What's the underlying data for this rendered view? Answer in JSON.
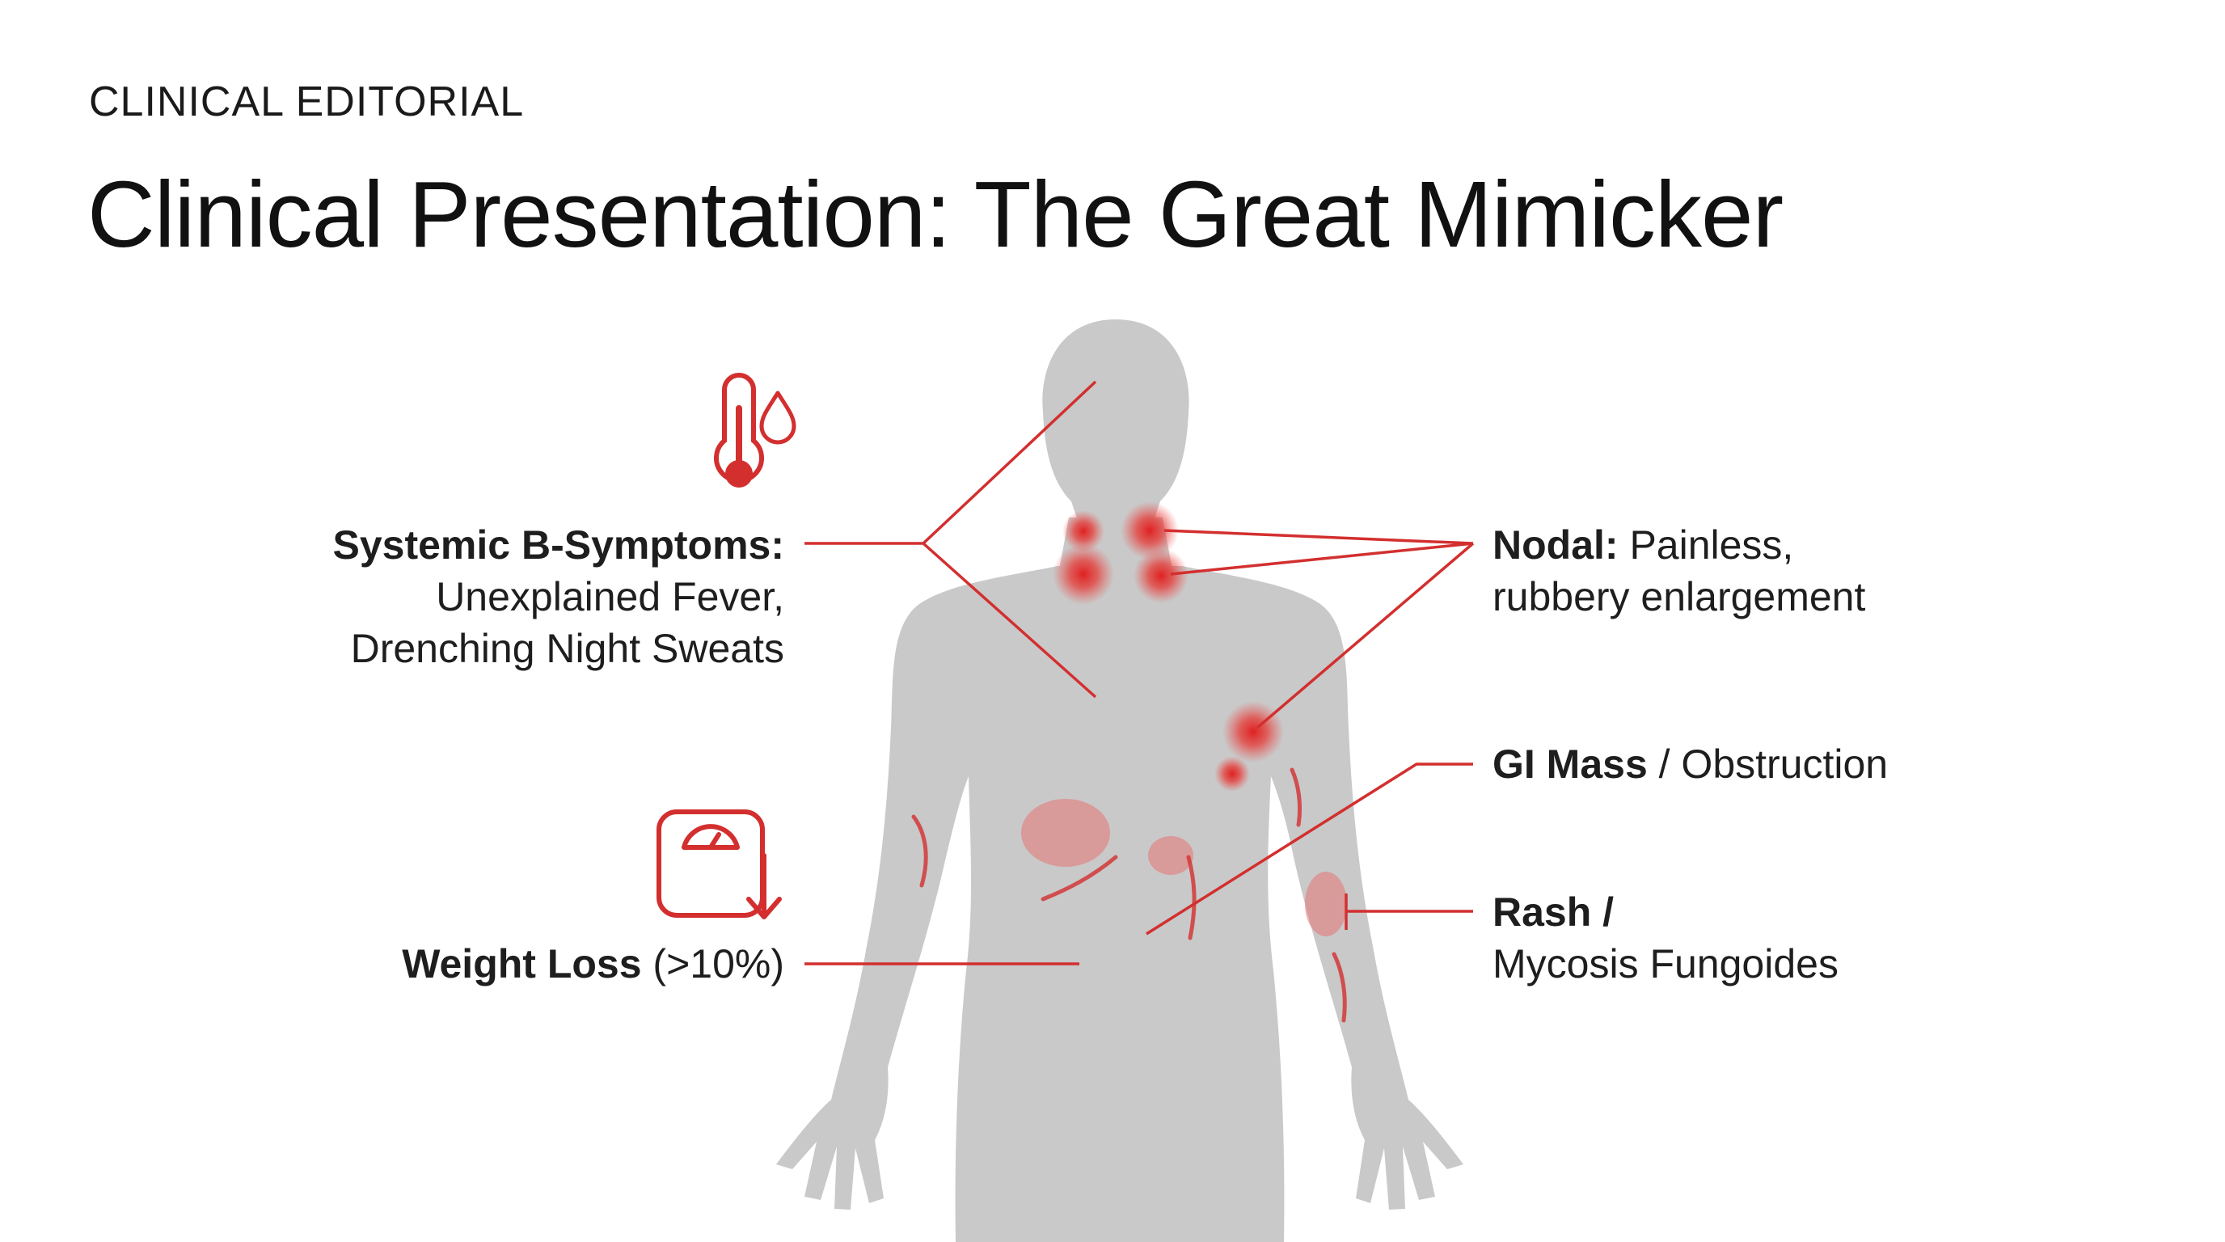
{
  "header": {
    "eyebrow": "CLINICAL EDITORIAL",
    "title": "Clinical Presentation: The Great Mimicker"
  },
  "callouts": {
    "systemic": {
      "label": "Systemic B-Symptoms:",
      "line1": "Unexplained Fever,",
      "line2": "Drenching Night Sweats"
    },
    "weight": {
      "label": "Weight Loss",
      "detail": " (>10%)"
    },
    "nodal": {
      "label": "Nodal:",
      "line1": " Painless,",
      "line2": "rubbery enlargement"
    },
    "gi": {
      "label": "GI Mass",
      "detail": " / Obstruction"
    },
    "rash": {
      "label": "Rash /",
      "line2": "Mycosis Fungoides"
    }
  },
  "icons": {
    "thermometer": "thermometer-icon",
    "sweat_drop": "droplet-icon",
    "scale": "weight-scale-icon"
  },
  "colors": {
    "accent": "#d32f2f",
    "body": "#c8c8c8",
    "text": "#111111"
  }
}
